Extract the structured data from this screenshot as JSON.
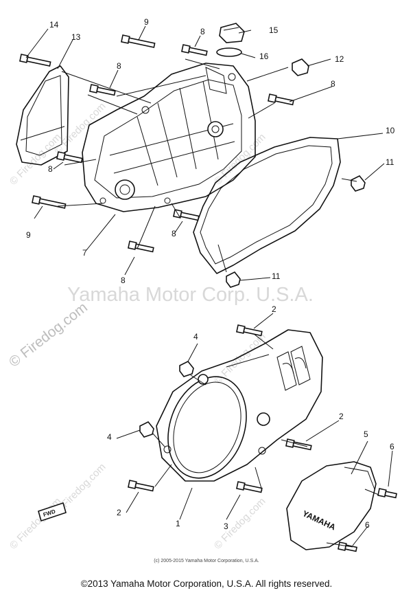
{
  "watermark_center": "Yamaha Motor Corp. U.S.A.",
  "watermark_side": "© Firedog.com",
  "watermark_tile": "© Firedog.com",
  "fine_print": "(c) 2005-2015 Yamaha Motor Corporation, U.S.A.",
  "copyright": "©2013 Yamaha Motor Corporation, U.S.A. All rights reserved.",
  "fwd_label": "FWD",
  "cover_logo_text": "YAMAHA",
  "callouts": [
    "14",
    "13",
    "9",
    "8",
    "15",
    "16",
    "12",
    "8",
    "8",
    "10",
    "11",
    "8",
    "9",
    "7",
    "8",
    "8",
    "11",
    "2",
    "4",
    "2",
    "4",
    "5",
    "6",
    "2",
    "1",
    "3",
    "6"
  ]
}
